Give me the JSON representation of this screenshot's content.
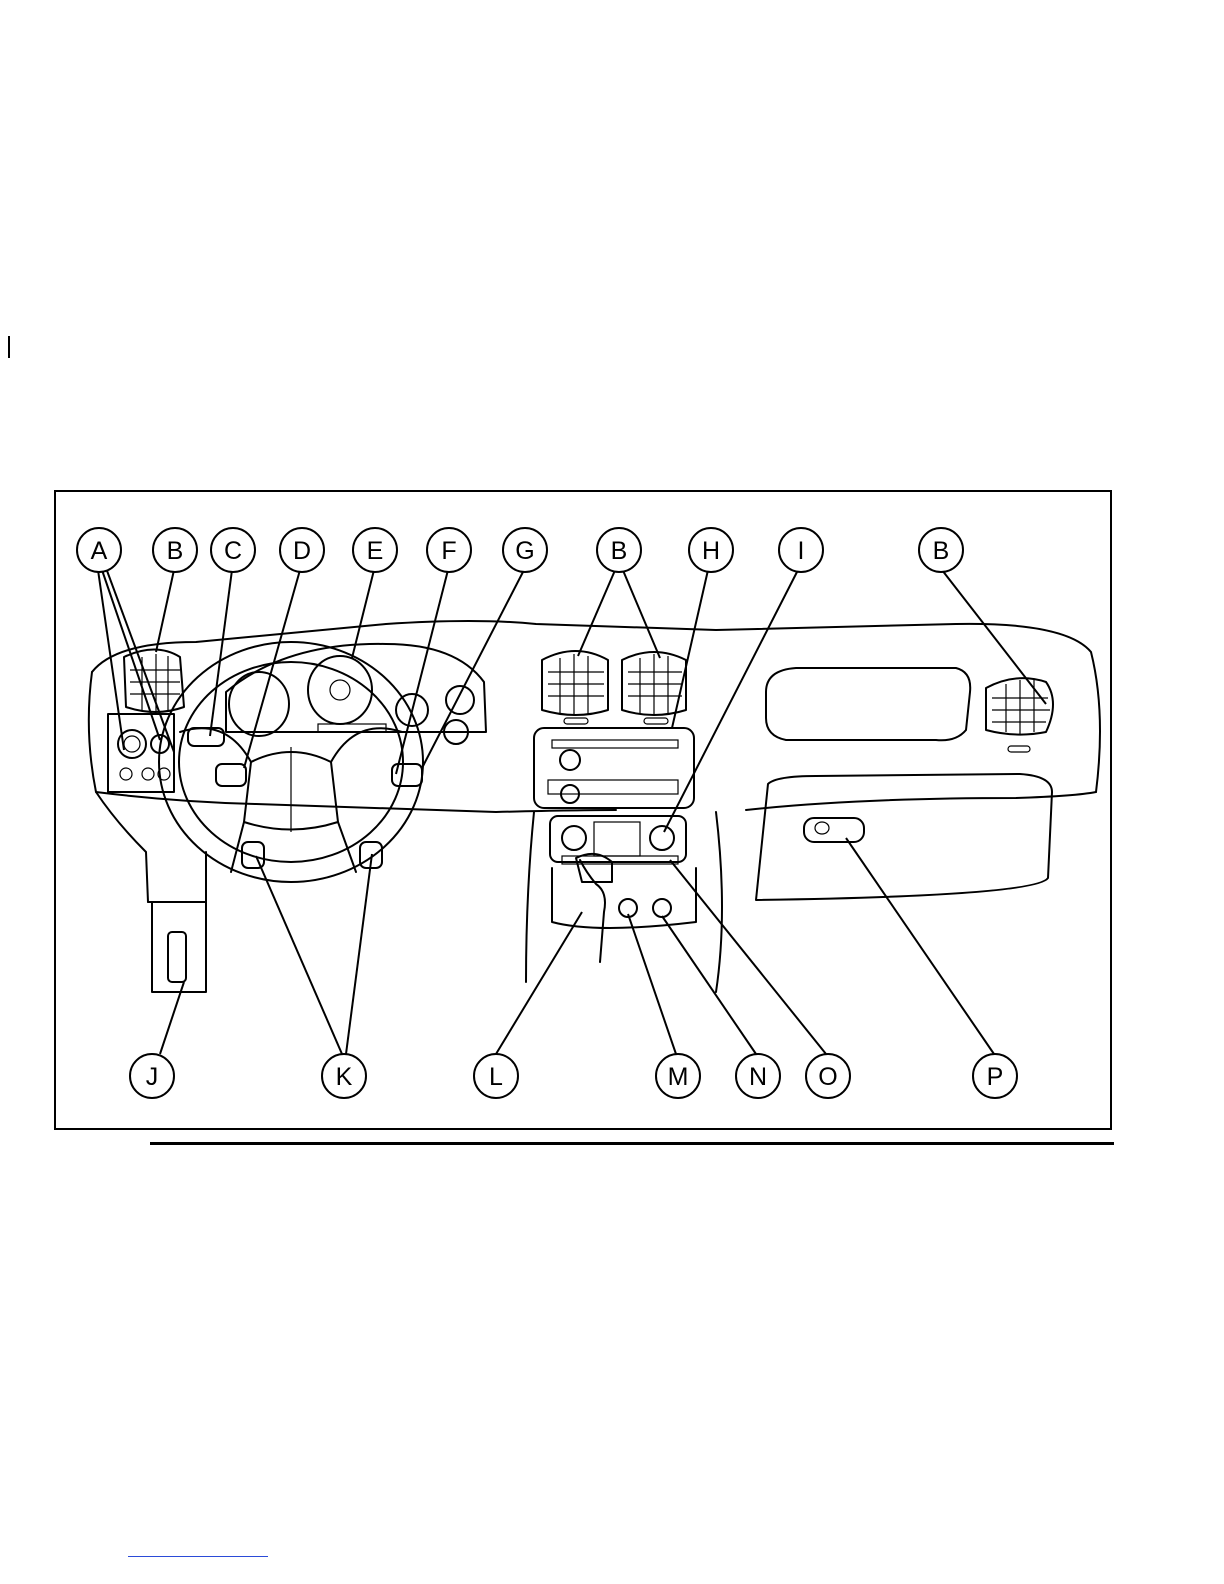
{
  "figure": {
    "callouts": [
      "A",
      "B",
      "C",
      "D",
      "E",
      "F",
      "G",
      "B",
      "H",
      "I",
      "B",
      "J",
      "K",
      "L",
      "M",
      "N",
      "O",
      "P"
    ]
  }
}
